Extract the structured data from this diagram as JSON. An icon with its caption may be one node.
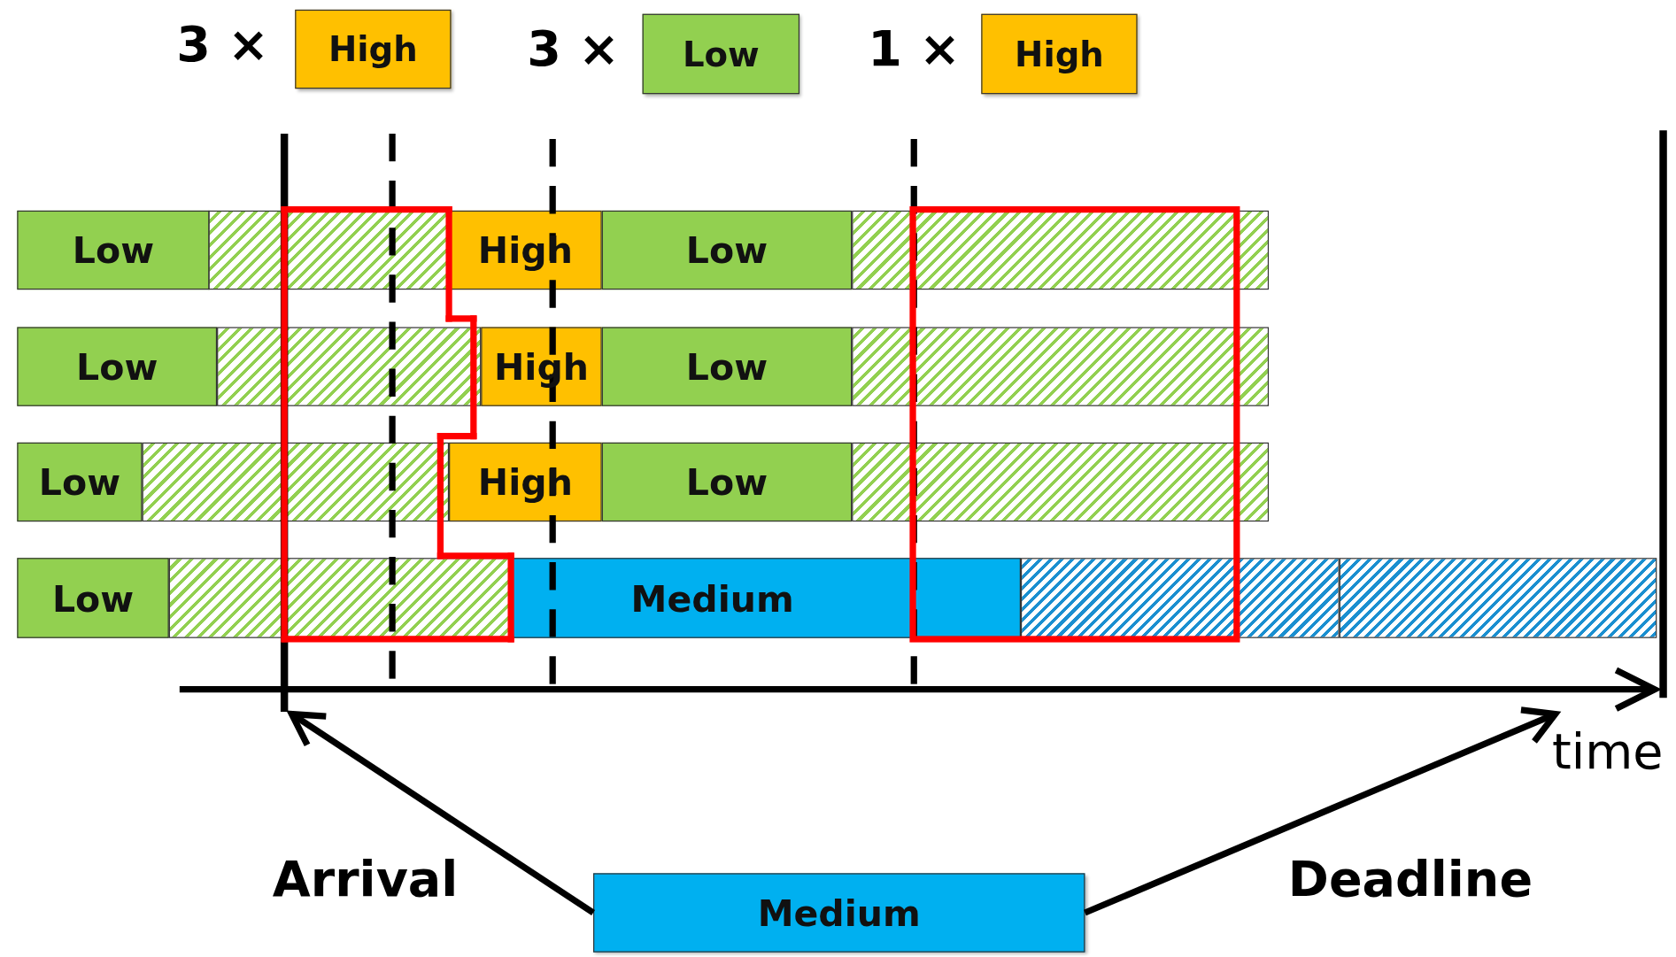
{
  "diagram": {
    "nodes": [
      {
        "text": [
          "High"
        ],
        "beside": [
          "3 ×"
        ]
      },
      {
        "text": [
          "Low"
        ],
        "beside": [
          "3 ×"
        ]
      },
      {
        "text": [
          "High"
        ],
        "beside": [
          "1 ×"
        ]
      },
      {
        "text": [
          "Low"
        ]
      },
      {
        "text": [],
        "shape": "bar"
      },
      {
        "text": [
          "High"
        ]
      },
      {
        "text": [
          "Low"
        ]
      },
      {
        "text": [],
        "shape": "bar"
      },
      {
        "text": [
          "Low"
        ]
      },
      {
        "text": [],
        "shape": "bar"
      },
      {
        "text": [
          "High"
        ]
      },
      {
        "text": [
          "Low"
        ]
      },
      {
        "text": [],
        "shape": "bar"
      },
      {
        "text": [
          "Low"
        ]
      },
      {
        "text": [],
        "shape": "bar"
      },
      {
        "text": [
          "High"
        ]
      },
      {
        "text": [
          "Low"
        ]
      },
      {
        "text": [],
        "shape": "bar"
      },
      {
        "text": [
          "Low"
        ]
      },
      {
        "text": [],
        "shape": "bar"
      },
      {
        "text": [
          "Medium"
        ]
      },
      {
        "text": [],
        "shape": "box"
      },
      {
        "text": [],
        "shape": "bar"
      },
      {
        "text": [],
        "shape": "bar"
      },
      {
        "text": [
          "Medium"
        ]
      },
      {
        "text": [],
        "shape": "line"
      }
    ],
    "edges": [
      {
        "from": 24,
        "to": 25,
        "arrow": "to",
        "label": "Arrival"
      },
      {
        "from": 24,
        "to": 25,
        "arrow": "to",
        "label": "Deadline"
      }
    ],
    "labels": [
      "time"
    ]
  }
}
